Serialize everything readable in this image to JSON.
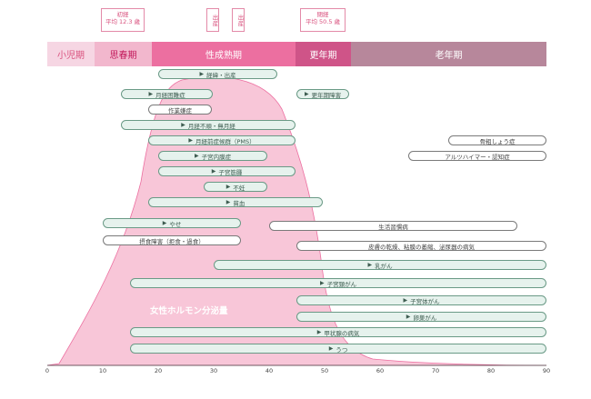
{
  "callouts": [
    {
      "text": "初経\n平均 12.3 歳"
    },
    {
      "text": "出産"
    },
    {
      "text": "出産"
    },
    {
      "text": "閉経\n平均 50.5 歳"
    }
  ],
  "stages": [
    {
      "label": "小児期",
      "color": "#f6d6e3",
      "text_color": "#d9517e"
    },
    {
      "label": "思春期",
      "color": "#f2b7cd",
      "text_color": "#c2185b"
    },
    {
      "label": "性成熟期",
      "color": "#ec6fa0",
      "text_color": "#ffffff"
    },
    {
      "label": "更年期",
      "color": "#cf5488",
      "text_color": "#ffffff"
    },
    {
      "label": "老年期",
      "color": "#b7879b",
      "text_color": "#ffffff"
    }
  ],
  "bars": [
    {
      "label": "経緯・出産",
      "triangle": true,
      "white": false
    },
    {
      "label": "月経困難症",
      "triangle": true,
      "white": false
    },
    {
      "label": "更年期障害",
      "triangle": true,
      "white": false
    },
    {
      "label": "作業嫌症",
      "triangle": false,
      "white": true
    },
    {
      "label": "月経不順・無月経",
      "triangle": true,
      "white": false
    },
    {
      "label": "月経前症候群（PMS）",
      "triangle": true,
      "white": false
    },
    {
      "label": "骨粗しょう症",
      "triangle": false,
      "white": true
    },
    {
      "label": "子宮内膜症",
      "triangle": true,
      "white": false
    },
    {
      "label": "アルツハイマー・認知症",
      "triangle": false,
      "white": true
    },
    {
      "label": "子宮筋腫",
      "triangle": true,
      "white": false
    },
    {
      "label": "不妊",
      "triangle": true,
      "white": false
    },
    {
      "label": "貧血",
      "triangle": true,
      "white": false
    },
    {
      "label": "やせ",
      "triangle": true,
      "white": false
    },
    {
      "label": "生活習慣病",
      "triangle": false,
      "white": true
    },
    {
      "label": "摂食障害（拒食・過食）",
      "triangle": false,
      "white": true
    },
    {
      "label": "皮膚の乾燥、粘膜の萎縮、泌尿器の病気",
      "triangle": false,
      "white": true
    },
    {
      "label": "乳がん",
      "triangle": true,
      "white": false
    },
    {
      "label": "子宮頸がん",
      "triangle": true,
      "white": false
    },
    {
      "label": "子宮体がん",
      "triangle": true,
      "white": false
    },
    {
      "label": "卵巣がん",
      "triangle": true,
      "white": false
    },
    {
      "label": "甲状腺の病気",
      "triangle": true,
      "white": false
    },
    {
      "label": "うつ",
      "triangle": true,
      "white": false
    }
  ],
  "hormone_label": "女性ホルモン分泌量",
  "axis_ticks": [
    "0",
    "10",
    "20",
    "30",
    "40",
    "50",
    "60",
    "70",
    "80",
    "90"
  ],
  "colors": {
    "curve_fill": "#f8c6d8",
    "curve_stroke": "#ec6fa0",
    "bar_border": "#6a9a86",
    "bar_fill": "#e6f2ed"
  }
}
